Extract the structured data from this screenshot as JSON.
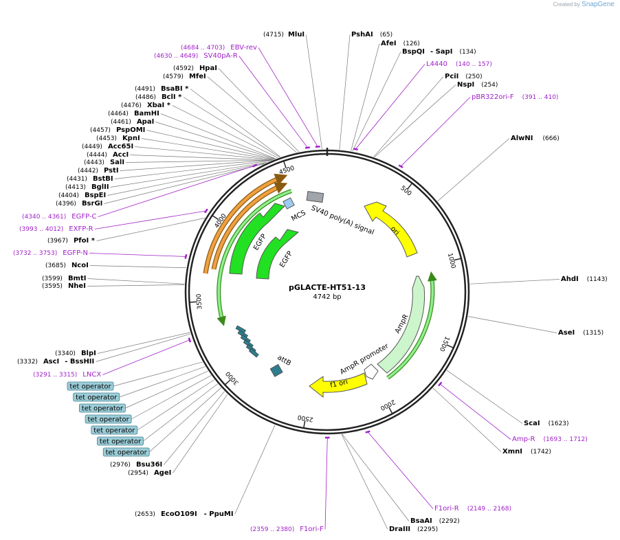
{
  "credit": {
    "created_by": "Created by",
    "brand": "SnapGene"
  },
  "plasmid": {
    "name": "pGLACTE-HT51-13",
    "length_label": "4742 bp",
    "length": 4742
  },
  "ticks": [
    "500",
    "1000",
    "1500",
    "2000",
    "2500",
    "3000",
    "3500",
    "4000",
    "4500"
  ],
  "enzymes": [
    {
      "name": "MluI",
      "pos": "(4715)",
      "site": 4715
    },
    {
      "name": "PshAI",
      "pos": "(65)",
      "site": 65
    },
    {
      "name": "AfeI",
      "pos": "(126)",
      "site": 126
    },
    {
      "name": "BspQI",
      "suffix": "- SapI",
      "pos": "(134)",
      "site": 134
    },
    {
      "name": "PciI",
      "pos": "(250)",
      "site": 250
    },
    {
      "name": "NspI",
      "pos": "(254)",
      "site": 254
    },
    {
      "name": "AlwNI",
      "pos": "(666)",
      "site": 666
    },
    {
      "name": "AhdI",
      "pos": "(1143)",
      "site": 1143
    },
    {
      "name": "AseI",
      "pos": "(1315)",
      "site": 1315
    },
    {
      "name": "ScaI",
      "pos": "(1623)",
      "site": 1623
    },
    {
      "name": "XmnI",
      "pos": "(1742)",
      "site": 1742
    },
    {
      "name": "BsaAI",
      "pos": "(2292)",
      "site": 2292
    },
    {
      "name": "DraIII",
      "pos": "(2295)",
      "site": 2295
    },
    {
      "name": "EcoO109I",
      "suffix": "- PpuMI",
      "pos": "(2653)",
      "site": 2653
    },
    {
      "name": "AgeI",
      "pos": "(2954)",
      "site": 2954
    },
    {
      "name": "Bsu36I",
      "pos": "(2976)",
      "site": 2976
    },
    {
      "name": "AscI",
      "suffix": "- BssHII",
      "pos": "(3332)",
      "site": 3332
    },
    {
      "name": "BlpI",
      "pos": "(3340)",
      "site": 3340
    },
    {
      "name": "NheI",
      "pos": "(3595)",
      "site": 3595
    },
    {
      "name": "BmtI",
      "pos": "(3599)",
      "site": 3599
    },
    {
      "name": "NcoI",
      "pos": "(3685)",
      "site": 3685
    },
    {
      "name": "PfoI *",
      "pos": "(3967)",
      "site": 3967
    },
    {
      "name": "BsrGI",
      "pos": "(4396)",
      "site": 4396
    },
    {
      "name": "BspEI",
      "pos": "(4404)",
      "site": 4404
    },
    {
      "name": "BglII",
      "pos": "(4413)",
      "site": 4413
    },
    {
      "name": "BstBI",
      "pos": "(4431)",
      "site": 4431
    },
    {
      "name": "PstI",
      "pos": "(4442)",
      "site": 4442
    },
    {
      "name": "SalI",
      "pos": "(4443)",
      "site": 4443
    },
    {
      "name": "AccI",
      "pos": "(4444)",
      "site": 4444
    },
    {
      "name": "Acc65I",
      "pos": "(4449)",
      "site": 4449
    },
    {
      "name": "KpnI",
      "pos": "(4453)",
      "site": 4453
    },
    {
      "name": "PspOMI",
      "pos": "(4457)",
      "site": 4457
    },
    {
      "name": "ApaI",
      "pos": "(4461)",
      "site": 4461
    },
    {
      "name": "BamHI",
      "pos": "(4464)",
      "site": 4464
    },
    {
      "name": "XbaI *",
      "pos": "(4476)",
      "site": 4476
    },
    {
      "name": "BclI *",
      "pos": "(4486)",
      "site": 4486
    },
    {
      "name": "BsaBI *",
      "pos": "(4491)",
      "site": 4491
    },
    {
      "name": "MfeI",
      "pos": "(4579)",
      "site": 4579
    },
    {
      "name": "HpaI",
      "pos": "(4592)",
      "site": 4592
    }
  ],
  "primers": [
    {
      "name": "EBV-rev",
      "pos": "(4684 .. 4703)",
      "site": 4693
    },
    {
      "name": "SV40pA-R",
      "pos": "(4630 .. 4649)",
      "site": 4640
    },
    {
      "name": "L4440",
      "pos": "(140 .. 157)",
      "site": 148
    },
    {
      "name": "pBR322ori-F",
      "pos": "(391 .. 410)",
      "site": 400
    },
    {
      "name": "Amp-R",
      "pos": "(1693 .. 1712)",
      "site": 1702
    },
    {
      "name": "F1ori-R",
      "pos": "(2149 .. 2168)",
      "site": 2158
    },
    {
      "name": "F1ori-F",
      "pos": "(2359 .. 2380)",
      "site": 2370
    },
    {
      "name": "LNCX",
      "pos": "(3291 .. 3315)",
      "site": 3303
    },
    {
      "name": "EGFP-N",
      "pos": "(3732 .. 3753)",
      "site": 3742
    },
    {
      "name": "EXFP-R",
      "pos": "(3993 .. 4012)",
      "site": 4002
    },
    {
      "name": "EGFP-C",
      "pos": "(4340 .. 4361)",
      "site": 4350
    }
  ],
  "tet_operators": [
    "tet operator",
    "tet operator",
    "tet operator",
    "tet operator",
    "tet operator",
    "tet operator",
    "tet operator"
  ],
  "features": {
    "sv40": "SV40 poly(A) signal",
    "ori": "ori",
    "mcs": "MCS",
    "egfp1": "EGFP",
    "egfp2": "EGFP",
    "ampr": "AmpR",
    "ampr_promoter": "AmpR promoter",
    "f1ori": "f1 ori",
    "attb": "attB"
  },
  "colors": {
    "backbone": "#222222",
    "primer": "#a020c8",
    "egfp": "#22e022",
    "ori": "#ffff00",
    "ampr": "#ccf5cc",
    "orange_orf": "#f0a040",
    "tet_operator": "#5ba3b3",
    "attb": "#2e7d8c",
    "mcs": "#9ecbf0",
    "sv40": "#a0a4ab"
  }
}
